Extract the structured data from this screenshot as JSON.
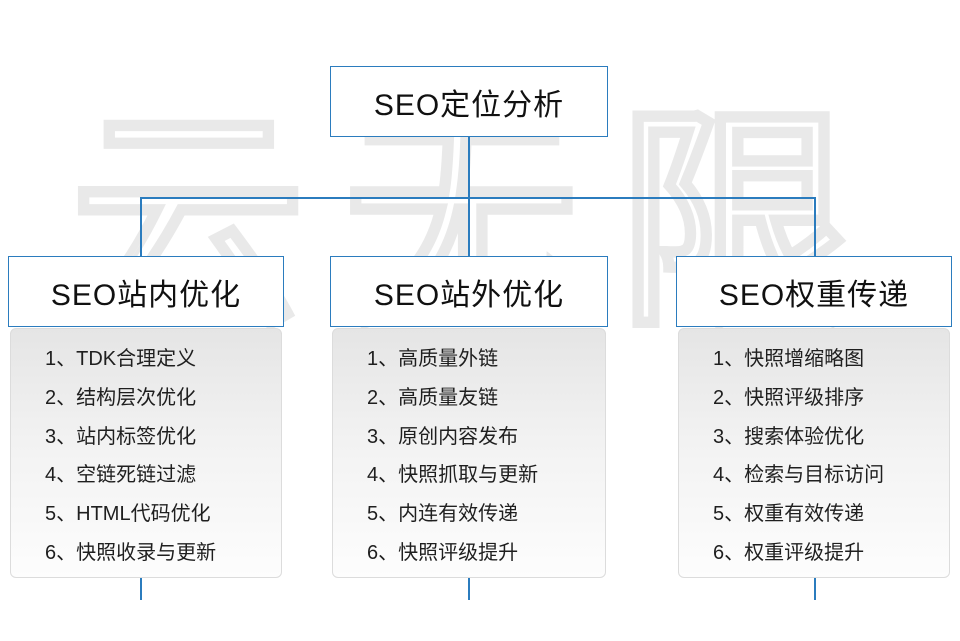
{
  "watermark": "云无限",
  "colors": {
    "accent": "#2b7cbe",
    "text": "#1c1c1c"
  },
  "root": {
    "title": "SEO定位分析"
  },
  "columns": [
    {
      "title": "SEO站内优化",
      "items": [
        "1、TDK合理定义",
        "2、结构层次优化",
        "3、站内标签优化",
        "4、空链死链过滤",
        "5、HTML代码优化",
        "6、快照收录与更新"
      ]
    },
    {
      "title": "SEO站外优化",
      "items": [
        "1、高质量外链",
        "2、高质量友链",
        "3、原创内容发布",
        "4、快照抓取与更新",
        "5、内连有效传递",
        "6、快照评级提升"
      ]
    },
    {
      "title": "SEO权重传递",
      "items": [
        "1、快照增缩略图",
        "2、快照评级排序",
        "3、搜索体验优化",
        "4、检索与目标访问",
        "5、权重有效传递",
        "6、权重评级提升"
      ]
    }
  ]
}
